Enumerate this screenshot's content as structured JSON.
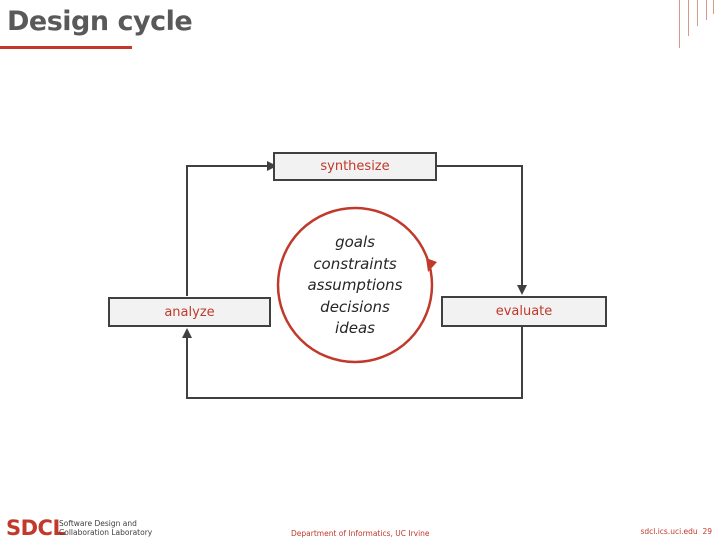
{
  "slide": {
    "title": "Design cycle",
    "page_number": "29"
  },
  "diagram": {
    "nodes": {
      "synthesize": "synthesize",
      "analyze": "analyze",
      "evaluate": "evaluate"
    },
    "center_items": [
      "goals",
      "constraints",
      "assumptions",
      "decisions",
      "ideas"
    ]
  },
  "footer": {
    "logo": "SDCL",
    "lab_line1": "Software Design and",
    "lab_line2": "Collaboration Laboratory",
    "department": "Department of Informatics, UC Irvine",
    "url": "sdcl.ics.uci.edu"
  },
  "colors": {
    "accent": "#c0392b",
    "title": "#595959",
    "box_fill": "#f2f2f2",
    "box_border": "#404040"
  }
}
